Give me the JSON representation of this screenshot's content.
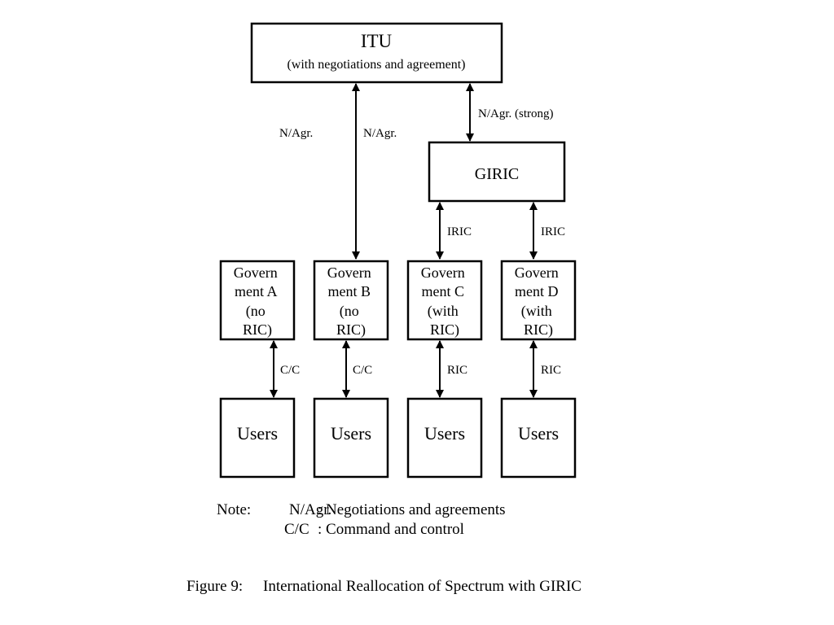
{
  "itu": {
    "title": "ITU",
    "subtitle": "(with negotiations and agreement)"
  },
  "giric": {
    "label": "GIRIC"
  },
  "links": {
    "itu_gov_a": "N/Agr.",
    "itu_gov_b": "N/Agr.",
    "itu_giric": "N/Agr. (strong)",
    "giric_gov_c": "IRIC",
    "giric_gov_d": "IRIC",
    "gov_a_users": "C/C",
    "gov_b_users": "C/C",
    "gov_c_users": "RIC",
    "gov_d_users": "RIC"
  },
  "governments": [
    {
      "lines": [
        "Govern",
        "ment A",
        "(no",
        "RIC)"
      ]
    },
    {
      "lines": [
        "Govern",
        "ment B",
        "(no",
        "RIC)"
      ]
    },
    {
      "lines": [
        "Govern",
        "ment C",
        "(with",
        "RIC)"
      ]
    },
    {
      "lines": [
        "Govern",
        "ment D",
        "(with",
        "RIC)"
      ]
    }
  ],
  "users": [
    {
      "label": "Users"
    },
    {
      "label": "Users"
    },
    {
      "label": "Users"
    },
    {
      "label": "Users"
    }
  ],
  "note": {
    "prefix": "Note:",
    "line1_key": "N/Agr.",
    "line1_value": ": Negotiations and agreements",
    "line2_key": "C/C",
    "line2_value": ": Command and control"
  },
  "caption": {
    "number": "Figure 9:",
    "text": "International Reallocation of Spectrum with GIRIC"
  }
}
